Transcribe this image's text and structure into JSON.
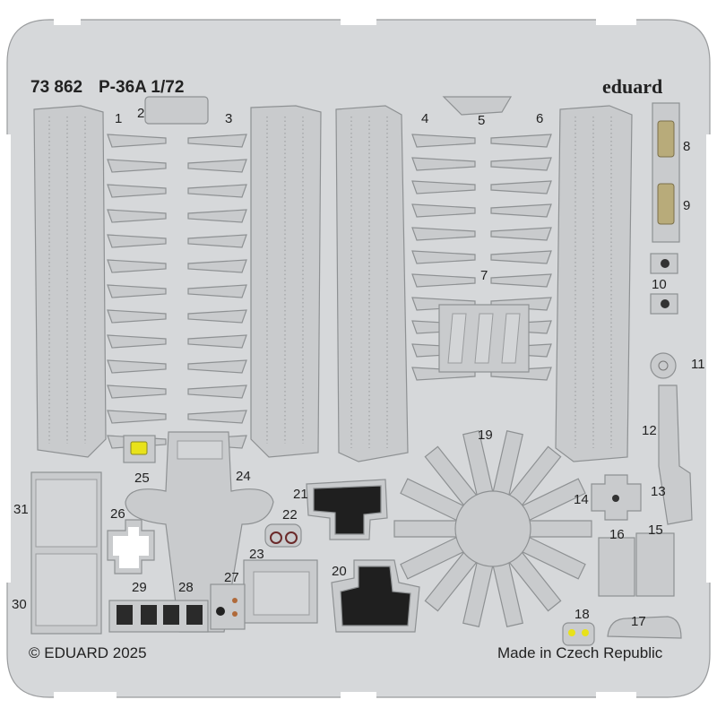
{
  "header": {
    "code": "73 862",
    "model": "P-36A 1/72",
    "brand": "eduard"
  },
  "footer": {
    "copyright": "© EDUARD 2025",
    "origin": "Made in Czech Republic"
  },
  "colors": {
    "fret": "#d6d8da",
    "part": "#c9cbcd",
    "outline": "#8e9193",
    "yellow": "#e8e21a",
    "khaki": "#b8ab7a",
    "panel_black": "#1f1f1f"
  },
  "part_numbers": [
    "1",
    "2",
    "3",
    "4",
    "5",
    "6",
    "7",
    "8",
    "9",
    "10",
    "11",
    "12",
    "13",
    "14",
    "15",
    "16",
    "17",
    "18",
    "19",
    "20",
    "21",
    "22",
    "23",
    "24",
    "25",
    "26",
    "27",
    "28",
    "29",
    "30",
    "31"
  ]
}
